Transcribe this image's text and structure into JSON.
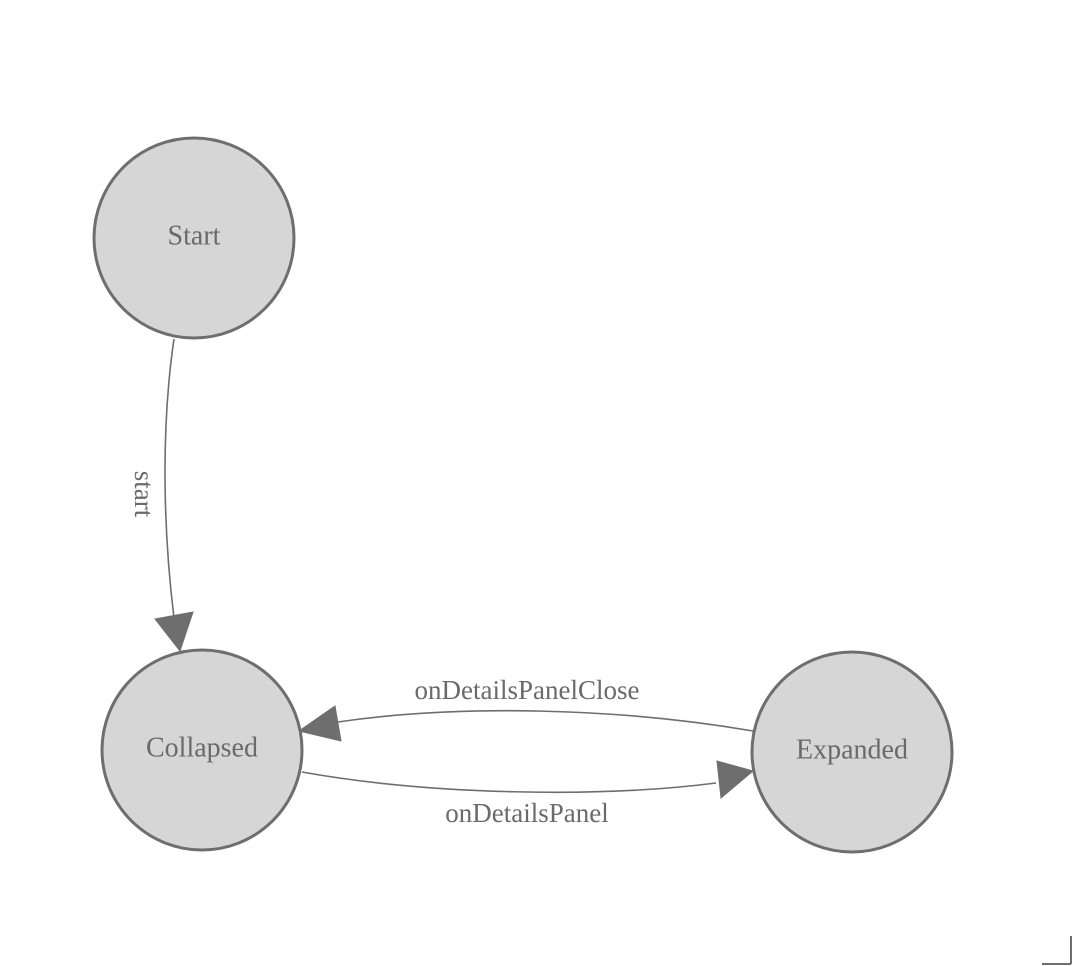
{
  "diagram": {
    "type": "state-machine",
    "colors": {
      "node_fill": "#d6d6d6",
      "node_stroke": "#6e6e6e",
      "edge": "#6e6e6e",
      "text": "#6a6a6a"
    },
    "nodes": [
      {
        "id": "start",
        "label": "Start"
      },
      {
        "id": "collapsed",
        "label": "Collapsed"
      },
      {
        "id": "expanded",
        "label": "Expanded"
      }
    ],
    "edges": [
      {
        "id": "start-to-collapsed",
        "from": "start",
        "to": "collapsed",
        "label": "start"
      },
      {
        "id": "expanded-to-collapsed",
        "from": "expanded",
        "to": "collapsed",
        "label": "onDetailsPanelClose"
      },
      {
        "id": "collapsed-to-expanded",
        "from": "collapsed",
        "to": "expanded",
        "label": "onDetailsPanel"
      }
    ]
  }
}
